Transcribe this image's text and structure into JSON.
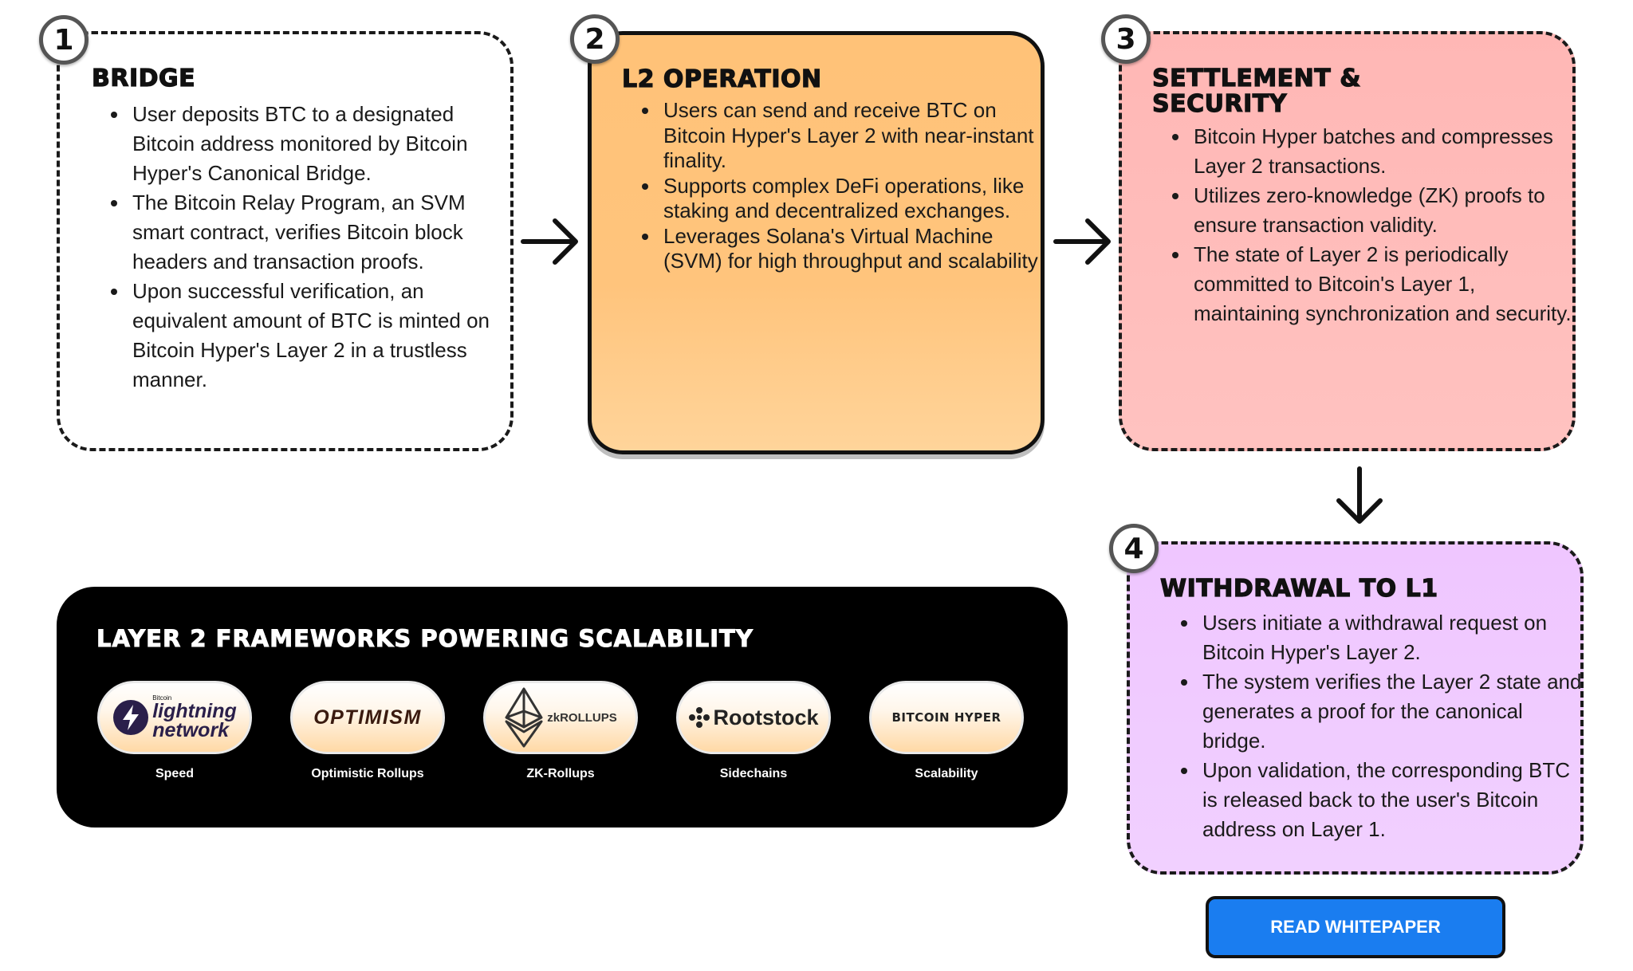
{
  "steps": [
    {
      "number": "1",
      "title": "BRIDGE",
      "bullets": [
        "User deposits BTC to a designated Bitcoin address monitored by Bitcoin Hyper's Canonical Bridge.",
        "The Bitcoin Relay Program, an SVM smart contract, verifies Bitcoin block headers and transaction proofs.",
        "Upon successful verification, an equivalent amount of BTC is minted on Bitcoin Hyper's Layer 2 in a trustless manner."
      ]
    },
    {
      "number": "2",
      "title": "L2 OPERATION",
      "bullets": [
        "Users can send and receive BTC on Bitcoin Hyper's Layer 2 with near-instant finality.",
        "Supports complex DeFi operations, like staking and decentralized exchanges.",
        "Leverages Solana's Virtual Machine (SVM) for high throughput and scalability"
      ]
    },
    {
      "number": "3",
      "title": "SETTLEMENT & SECURITY",
      "bullets": [
        "Bitcoin Hyper batches and compresses Layer 2 transactions.",
        "Utilizes zero-knowledge (ZK) proofs to ensure transaction validity.",
        "The state of Layer 2 is periodically committed to Bitcoin's Layer 1, maintaining synchronization and security."
      ]
    },
    {
      "number": "4",
      "title": "WITHDRAWAL TO L1",
      "bullets": [
        "Users initiate a withdrawal request on Bitcoin Hyper's Layer 2.",
        "The system verifies the Layer 2 state and generates a proof for the canonical bridge.",
        "Upon validation, the corresponding BTC is released back to the user's Bitcoin address on Layer 1."
      ]
    }
  ],
  "frameworks": {
    "title": "LAYER 2 FRAMEWORKS POWERING SCALABILITY",
    "items": [
      {
        "logo": "lightning network",
        "logo_line1": "lightning",
        "logo_line2": "network",
        "logo_small": "Bitcoin",
        "label": "Speed",
        "icon": "lightning-bolt-icon"
      },
      {
        "logo": "OPTIMISM",
        "label": "Optimistic Rollups"
      },
      {
        "logo": "zkROLLUPS",
        "label": "ZK-Rollups",
        "icon": "ethereum-diamond-icon"
      },
      {
        "logo": "Rootstock",
        "label": "Sidechains",
        "icon": "rootstock-icon"
      },
      {
        "logo": "BITCOIN HYPER",
        "label": "Scalability"
      }
    ]
  },
  "cta": {
    "label": "READ WHITEPAPER"
  },
  "colors": {
    "orange_card": "#ffc278",
    "pink_card": "#ffb7b5",
    "purple_card": "#efc6ff",
    "button": "#1a7df0",
    "frameworks_bg": "#000000"
  }
}
